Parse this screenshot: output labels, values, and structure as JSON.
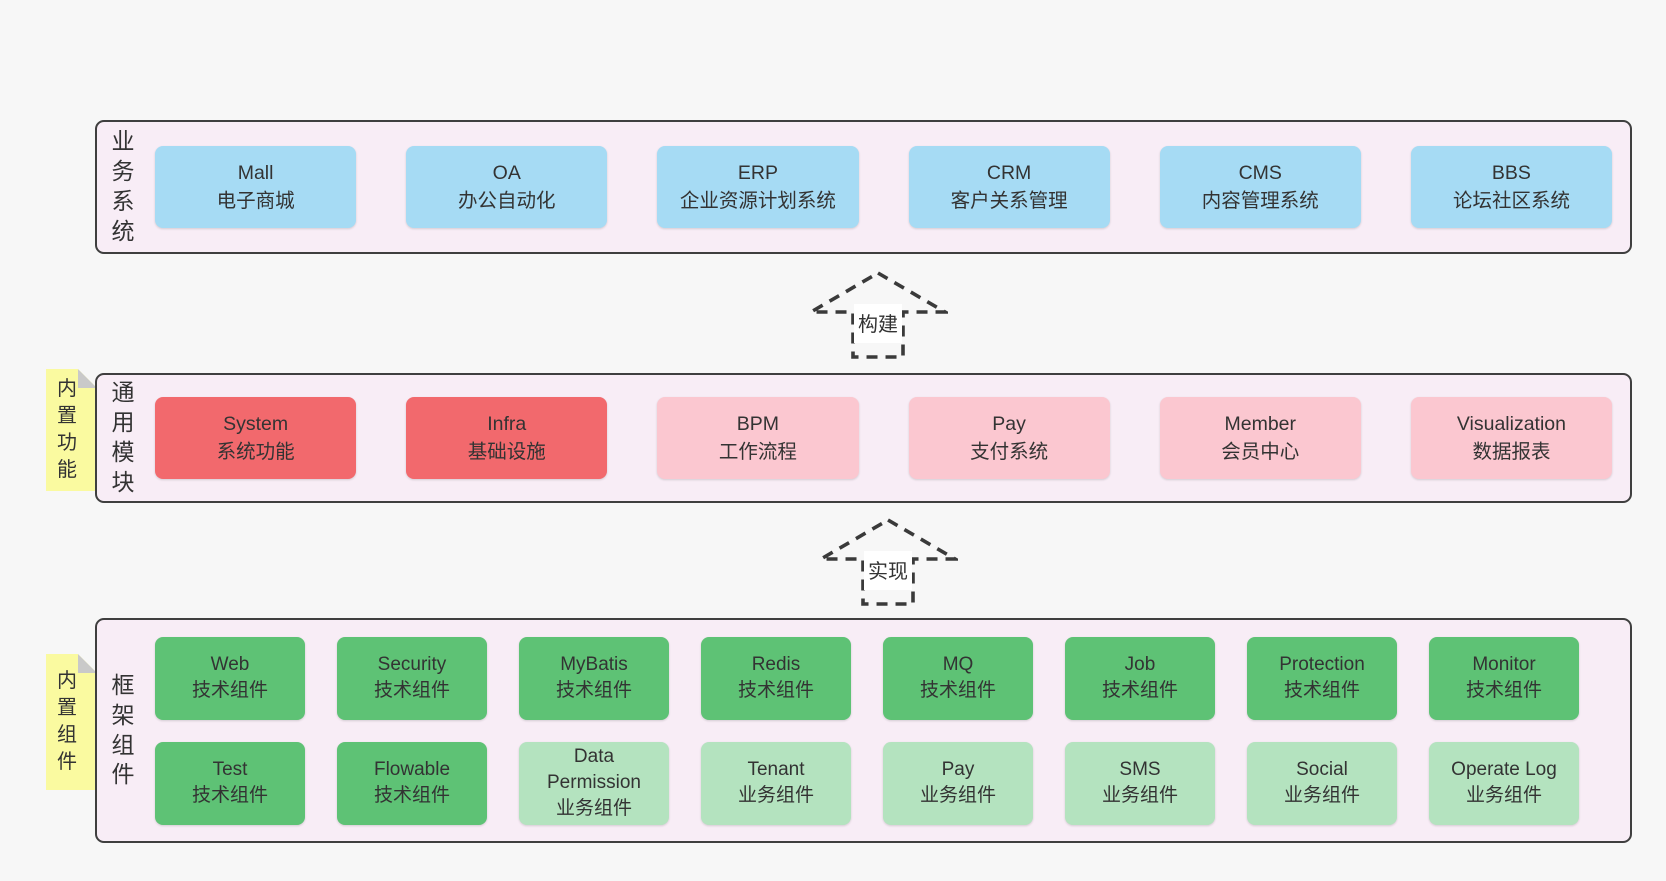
{
  "palette": {
    "page_bg": "#f7f7f7",
    "layer_bg": "#f8edf6",
    "layer_border": "#3f3f3f",
    "blue": "#a6dbf4",
    "red": "#f2696d",
    "pink": "#fbc7d0",
    "green": "#5ec275",
    "light_green": "#b4e3bf",
    "note_yellow": "#fafaa0",
    "note_fold_gray": "#c9c9c9",
    "dash_color": "#3a3a3a",
    "text": "#333333",
    "arrow_label_bg": "#ffffff"
  },
  "notes": [
    {
      "text": "内置功能"
    },
    {
      "text": "内置组件"
    }
  ],
  "arrows": [
    {
      "label": "构建"
    },
    {
      "label": "实现"
    }
  ],
  "layers": [
    {
      "label": "业务系统",
      "boxes": [
        {
          "name": "Mall",
          "sub": "电子商城"
        },
        {
          "name": "OA",
          "sub": "办公自动化"
        },
        {
          "name": "ERP",
          "sub": "企业资源计划系统"
        },
        {
          "name": "CRM",
          "sub": "客户关系管理"
        },
        {
          "name": "CMS",
          "sub": "内容管理系统"
        },
        {
          "name": "BBS",
          "sub": "论坛社区系统"
        }
      ]
    },
    {
      "label": "通用模块",
      "boxes": [
        {
          "name": "System",
          "sub": "系统功能"
        },
        {
          "name": "Infra",
          "sub": "基础设施"
        },
        {
          "name": "BPM",
          "sub": "工作流程"
        },
        {
          "name": "Pay",
          "sub": "支付系统"
        },
        {
          "name": "Member",
          "sub": "会员中心"
        },
        {
          "name": "Visualization",
          "sub": "数据报表"
        }
      ]
    },
    {
      "label": "框架组件",
      "rows": [
        [
          {
            "name": "Web",
            "sub": "技术组件"
          },
          {
            "name": "Security",
            "sub": "技术组件"
          },
          {
            "name": "MyBatis",
            "sub": "技术组件"
          },
          {
            "name": "Redis",
            "sub": "技术组件"
          },
          {
            "name": "MQ",
            "sub": "技术组件"
          },
          {
            "name": "Job",
            "sub": "技术组件"
          },
          {
            "name": "Protection",
            "sub": "技术组件"
          },
          {
            "name": "Monitor",
            "sub": "技术组件"
          }
        ],
        [
          {
            "name": "Test",
            "sub": "技术组件"
          },
          {
            "name": "Flowable",
            "sub": "技术组件"
          },
          {
            "name": "Data Permission",
            "sub": "业务组件"
          },
          {
            "name": "Tenant",
            "sub": "业务组件"
          },
          {
            "name": "Pay",
            "sub": "业务组件"
          },
          {
            "name": "SMS",
            "sub": "业务组件"
          },
          {
            "name": "Social",
            "sub": "业务组件"
          },
          {
            "name": "Operate Log",
            "sub": "业务组件"
          }
        ]
      ]
    }
  ]
}
